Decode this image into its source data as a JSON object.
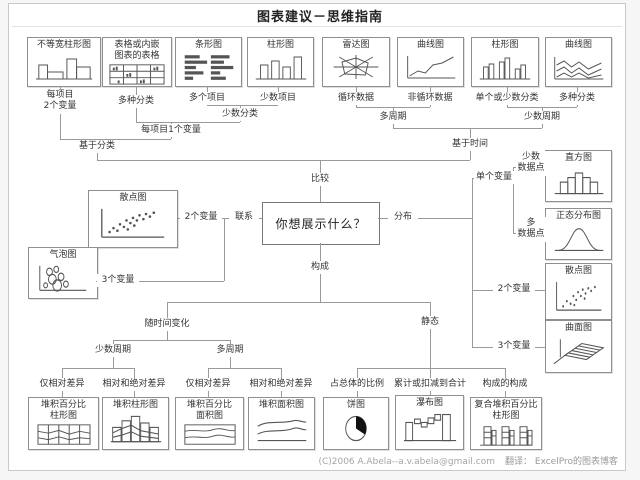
{
  "title": "图表建议－思维指南",
  "center": {
    "question": "你想展示什么？"
  },
  "labels": {
    "perItem2Var": "每项目\n2个变量",
    "manyCats1": "多种分类",
    "manyItems": "多个项目",
    "fewItems": "少数项目",
    "cyclic": "循环数据",
    "nonCyclic": "非循环数据",
    "singleFewCats": "单个或少数分类",
    "manyCats2": "多种分类",
    "fewCats": "少数分类",
    "onePerItem": "每项目1个变量",
    "byCategory": "基于分类",
    "manyPeriods1": "多周期",
    "fewPeriods1": "少数周期",
    "byTime": "基于时间",
    "compare": "比较",
    "relation": "联系",
    "distribution": "分布",
    "composition": "构成",
    "twoVarL": "2个变量",
    "threeVarL": "3个变量",
    "singleVar": "单个变量",
    "fewPoints": "少数\n数据点",
    "manyPoints": "多\n数据点",
    "twoVarR": "2个变量",
    "threeVarR": "3个变量",
    "overTime": "随时间变化",
    "static": "静态",
    "fewPeriods2": "少数周期",
    "manyPeriods2": "多周期",
    "relDiffOnly1": "仅相对差异",
    "relAbsDiff1": "相对和绝对差异",
    "relDiffOnly2": "仅相对差异",
    "relAbsDiff2": "相对和绝对差异",
    "shareOfTotal": "占总体的比例",
    "accumulation": "累计或扣减到合计",
    "compOfComp": "构成的构成"
  },
  "boxes": {
    "varWidthColumn": "不等宽柱形图",
    "tableEmbedded": "表格或内嵌\n图表的表格",
    "bar": "条形图",
    "column1": "柱形图",
    "radar": "雷达图",
    "line1": "曲线图",
    "column2": "柱形图",
    "line2": "曲线图",
    "scatter1": "散点图",
    "bubble": "气泡图",
    "histogram": "直方图",
    "normalDist": "正态分布图",
    "scatter2": "散点图",
    "surface": "曲面图",
    "stacked100Column": "堆积百分比\n柱形图",
    "stackedColumn": "堆积柱形图",
    "stacked100Area": "堆积百分比\n面积图",
    "stackedArea": "堆积面积图",
    "pie": "饼图",
    "waterfall": "瀑布图",
    "compound100Column": "复合堆积百分比\n柱形图"
  },
  "footer": {
    "copyright": "(C)2006 A.Abela--a.v.abela@gmail.com",
    "translator": "翻译： ExcelPro的图表博客"
  }
}
